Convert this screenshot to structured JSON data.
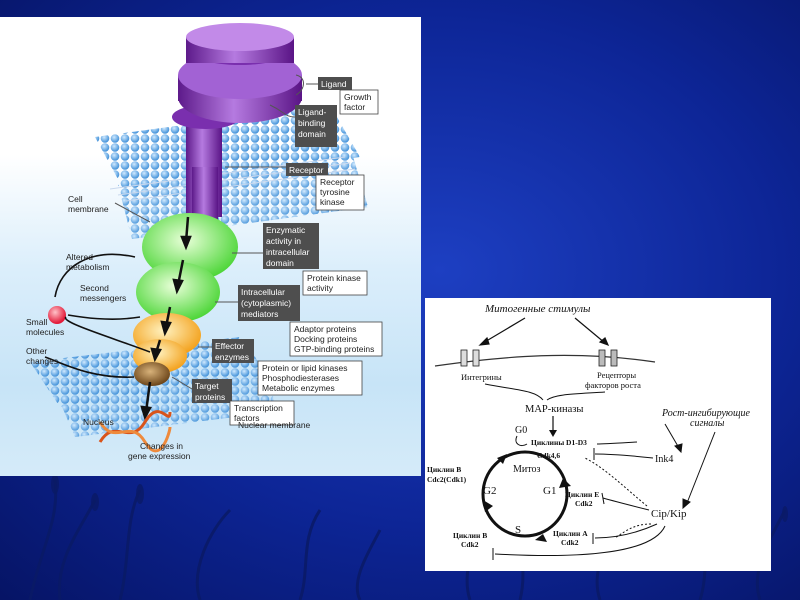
{
  "left_figure": {
    "ligand_tag": "Ligand",
    "ligand_box": [
      "Growth",
      "factor"
    ],
    "ligand_binding": [
      "Ligand-",
      "binding",
      "domain"
    ],
    "receptor_tag": "Receptor",
    "receptor_box": [
      "Receptor",
      "tyrosine",
      "kinase"
    ],
    "cell_membrane": [
      "Cell",
      "membrane"
    ],
    "enzymatic_tag": [
      "Enzymatic",
      "activity in",
      "intracellular",
      "domain"
    ],
    "protein_kinase_box": [
      "Protein kinase",
      "activity"
    ],
    "altered": [
      "Altered",
      "metabolism"
    ],
    "second": [
      "Second",
      "messengers"
    ],
    "small": [
      "Small",
      "molecules"
    ],
    "intracellular_tag": [
      "Intracellular",
      "(cytoplasmic)",
      "mediators"
    ],
    "adaptor_box": [
      "Adaptor proteins",
      "Docking proteins",
      "GTP-binding proteins"
    ],
    "effector_tag": [
      "Effector",
      "enzymes"
    ],
    "effector_box": [
      "Protein or lipid kinases",
      "Phosphodiesterases",
      "Metabolic enzymes"
    ],
    "other": [
      "Other",
      "changes"
    ],
    "target_tag": [
      "Target",
      "proteins"
    ],
    "target_box": [
      "Transcription",
      "factors"
    ],
    "nucleus": "Nucleus",
    "changes_gene": [
      "Changes in",
      "gene expression"
    ],
    "nuclear_membrane": "Nuclear membrane"
  },
  "right_figure": {
    "mitogenic": "Митогенные стимулы",
    "integrins": "Интегрины",
    "receptors": [
      "Рецепторы",
      "факторов роста"
    ],
    "map": "MAP-киназы",
    "growth_inhibit": [
      "Рост-ингибирующие",
      "сигналы"
    ],
    "g0": "G0",
    "cyclin_d": "Циклины D1-D3",
    "cdk46": "Cdk4,6",
    "mitosis": "Митоз",
    "cyclin_b_top": [
      "Циклин B",
      "Cdc2(Cdk1)"
    ],
    "g2": "G2",
    "g1": "G1",
    "s": "S",
    "cyclin_e": [
      "Циклин E",
      "Cdk2"
    ],
    "ink4": "Ink4",
    "cip": "Cip/Kip",
    "cyclin_b_bottom": [
      "Циклин B",
      "Cdk2"
    ],
    "cyclin_a": [
      "Циклин A",
      "Cdk2"
    ]
  }
}
